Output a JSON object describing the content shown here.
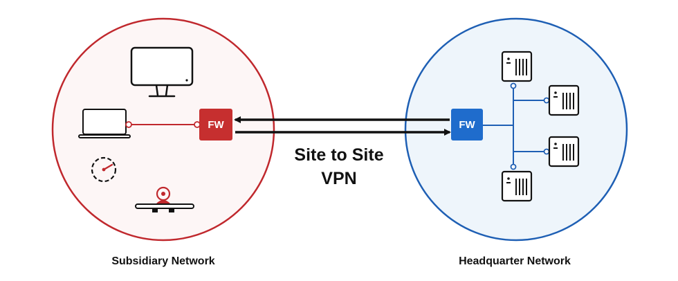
{
  "diagram": {
    "center_label_line1": "Site to Site",
    "center_label_line2": "VPN",
    "subsidiary": {
      "label": "Subsidiary Network",
      "firewall_label": "FW",
      "devices": [
        "desktop-monitor",
        "laptop",
        "speedometer",
        "webcam"
      ]
    },
    "headquarter": {
      "label": "Headquarter Network",
      "firewall_label": "FW",
      "servers": 4
    },
    "colors": {
      "subsidiary_stroke": "#c0282d",
      "subsidiary_fill": "#fdf6f6",
      "subsidiary_fw": "#c62f2f",
      "headquarter_stroke": "#1e5fb4",
      "headquarter_fill": "#eef5fb",
      "headquarter_fw": "#1f6ccc"
    }
  }
}
